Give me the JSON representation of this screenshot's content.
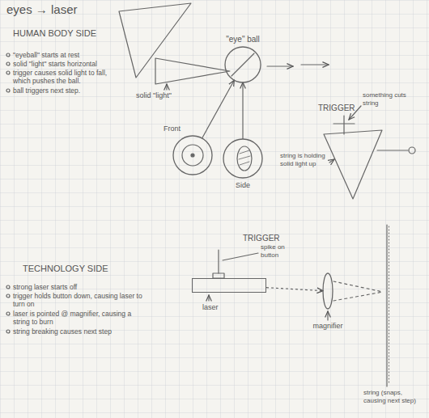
{
  "diagram": {
    "title": "eyes → laser",
    "nodes": [
      {
        "text": [
          "\"eye\" ball"
        ]
      },
      {
        "text": [
          "Front"
        ]
      },
      {
        "text": [
          "Side"
        ]
      },
      {
        "text": [
          "laser"
        ]
      },
      {
        "text": [
          "magnifier"
        ]
      }
    ],
    "edges": [
      {
        "from": 1,
        "to": 0,
        "arrow": "to"
      },
      {
        "from": 2,
        "to": 0,
        "arrow": "to"
      },
      {
        "from": 3,
        "to": 4,
        "arrow": "to"
      }
    ],
    "labels": [
      "HUMAN BODY SIDE",
      "\"eyeball\" starts at rest",
      "solid \"light\" starts horizontal",
      "trigger causes solid light to fall, which pushes the ball.",
      "ball triggers next step.",
      "solid \"light\"",
      "TRIGGER",
      "something cuts string",
      "string is holding solid light up",
      "TECHNOLOGY SIDE",
      "strong laser starts off",
      "trigger holds button down, causing laser to turn on",
      "laser is pointed @ magnifier, causing a string to burn",
      "string breaking causes next step",
      "TRIGGER",
      "spike on button",
      "string (snaps, causing next step)"
    ]
  }
}
